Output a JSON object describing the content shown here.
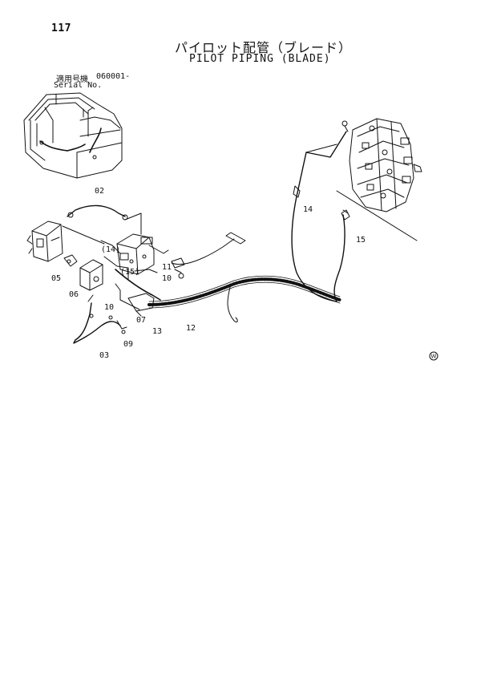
{
  "page": {
    "number": "117",
    "title_jp": "パイロット配管（ブレード）",
    "title_en": "PILOT PIPING (BLADE)"
  },
  "serial": {
    "label_jp": "適用号機",
    "value": "060001-",
    "label_en": "Serial No."
  },
  "callouts": {
    "c02": "02",
    "c03": "03",
    "c05": "05",
    "c06": "06",
    "c07": "07",
    "c09": "09",
    "c10a": "10",
    "c10b": "10",
    "c11": "11",
    "c12": "12",
    "c13": "13",
    "c14": "14",
    "c14p": "(14)",
    "c15": "15",
    "c15p": "(15)"
  },
  "marks": {
    "variant_symbol": "W"
  }
}
